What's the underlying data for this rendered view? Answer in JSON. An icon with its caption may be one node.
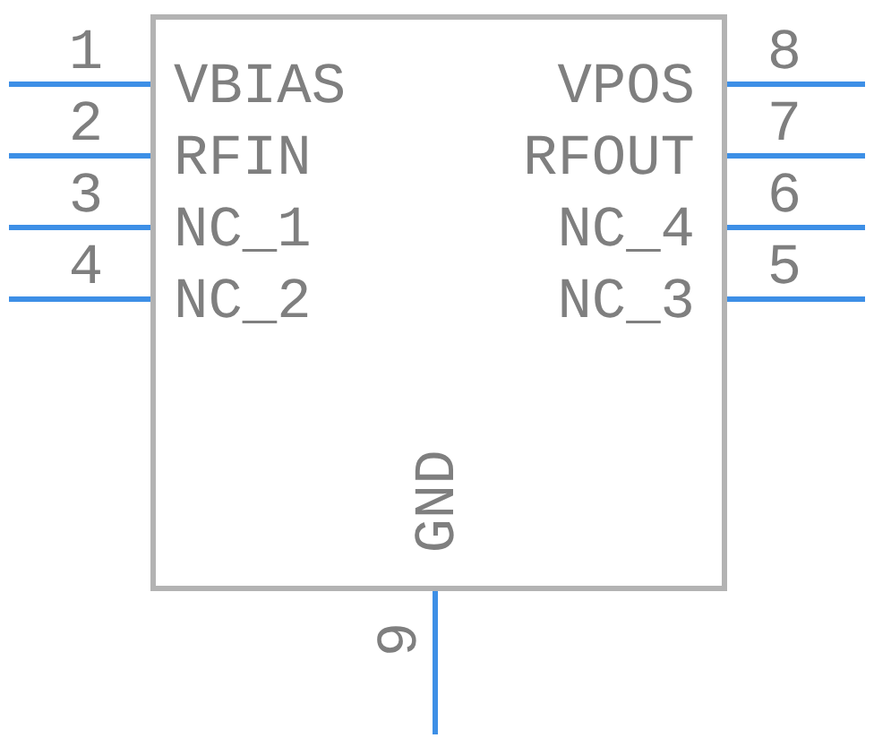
{
  "diagram": {
    "nodes": [
      {
        "text": [],
        "shape": "box"
      }
    ],
    "labels": [
      "1",
      "VBIAS",
      "VPOS",
      "8",
      "2",
      "RFIN",
      "RFOUT",
      "7",
      "3",
      "NC_1",
      "NC_4",
      "6",
      "4",
      "NC_2",
      "NC_3",
      "5",
      "GND",
      "9"
    ]
  }
}
